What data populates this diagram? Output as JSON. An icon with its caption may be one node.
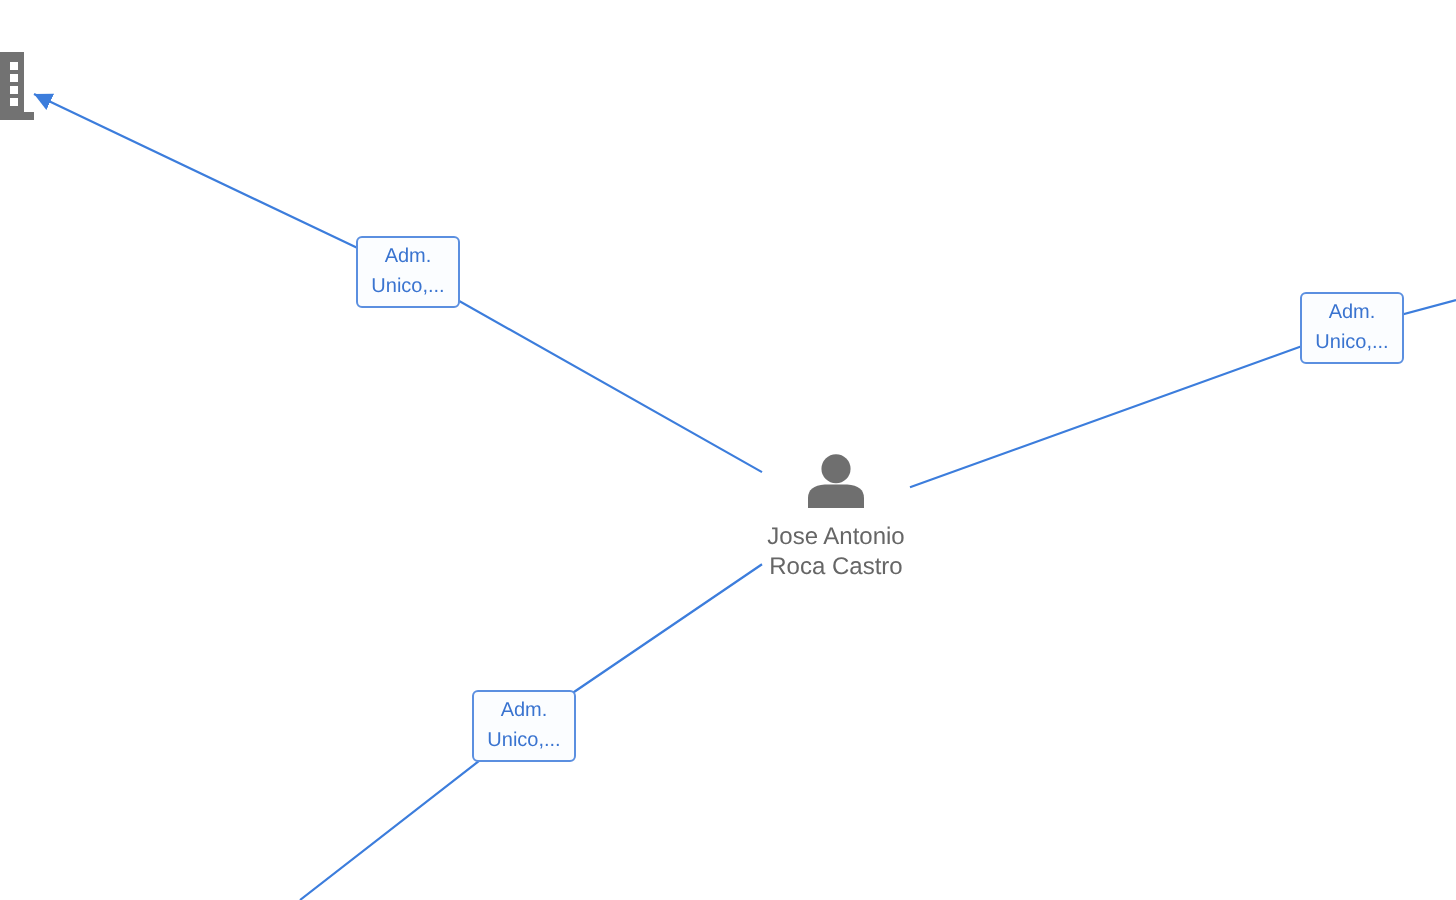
{
  "diagram": {
    "nodes": [
      {
        "text": [],
        "shape": "picture"
      },
      {
        "text": [
          "Jose Antonio Roca Castro"
        ]
      }
    ],
    "edges": [
      {
        "from": 1,
        "to": 0,
        "arrow": "to",
        "label": "Adm. Unico,..."
      },
      {
        "from": 1,
        "to": null,
        "arrow": "none",
        "label": "Adm. Unico,..."
      },
      {
        "from": 1,
        "to": null,
        "arrow": "none",
        "label": "Adm. Unico,..."
      }
    ]
  }
}
